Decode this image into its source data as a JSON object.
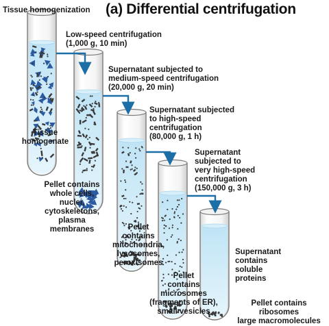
{
  "title": "(a)  Differential centrifugation",
  "colors": {
    "arrow": "#1c6fa6",
    "liquid_top": "#bfe4f5",
    "liquid_bottom": "#e6f5fc",
    "vesicle": "#2c5aa0",
    "particle": "#3a3a3a"
  },
  "labels": {
    "tissue_homogenization": "Tissue homogenization",
    "tissue_homogenate_1": "Tissue",
    "tissue_homogenate_2": "homogenate",
    "step1_1": "Low-speed centrifugation",
    "step1_2": "(1,000 g, 10 min)",
    "step2_1": "Supernatant subjected to",
    "step2_2": "medium-speed centrifugation",
    "step2_3": "(20,000 g, 20 min)",
    "step3_1": "Supernatant subjected",
    "step3_2": "to high-speed",
    "step3_3": "centrifugation",
    "step3_4": "(80,000 g, 1 h)",
    "step4_1": "Supernatant",
    "step4_2": "subjected to",
    "step4_3": "very high-speed",
    "step4_4": "centrifugation",
    "step4_5": "(150,000 g, 3 h)",
    "pellet1_1": "Pellet contains",
    "pellet1_2": "whole cells,",
    "pellet1_3": "nuclei,",
    "pellet1_4": "cytoskeletons,",
    "pellet1_5": "plasma",
    "pellet1_6": "membranes",
    "pellet2_1": "Pellet",
    "pellet2_2": "contains",
    "pellet2_3": "mitochondria,",
    "pellet2_4": "lysosomes,",
    "pellet2_5": "peroxisomes",
    "pellet3_1": "Pellet",
    "pellet3_2": "contains",
    "pellet3_3": "microsomes",
    "pellet3_4": "(fragments of ER),",
    "pellet3_5": "small vesicles",
    "supernatant_1": "Supernatant",
    "supernatant_2": "contains",
    "supernatant_3": "soluble",
    "supernatant_4": "proteins",
    "pellet4_1": "Pellet contains ribosomes",
    "pellet4_2": "large macromolecules"
  }
}
